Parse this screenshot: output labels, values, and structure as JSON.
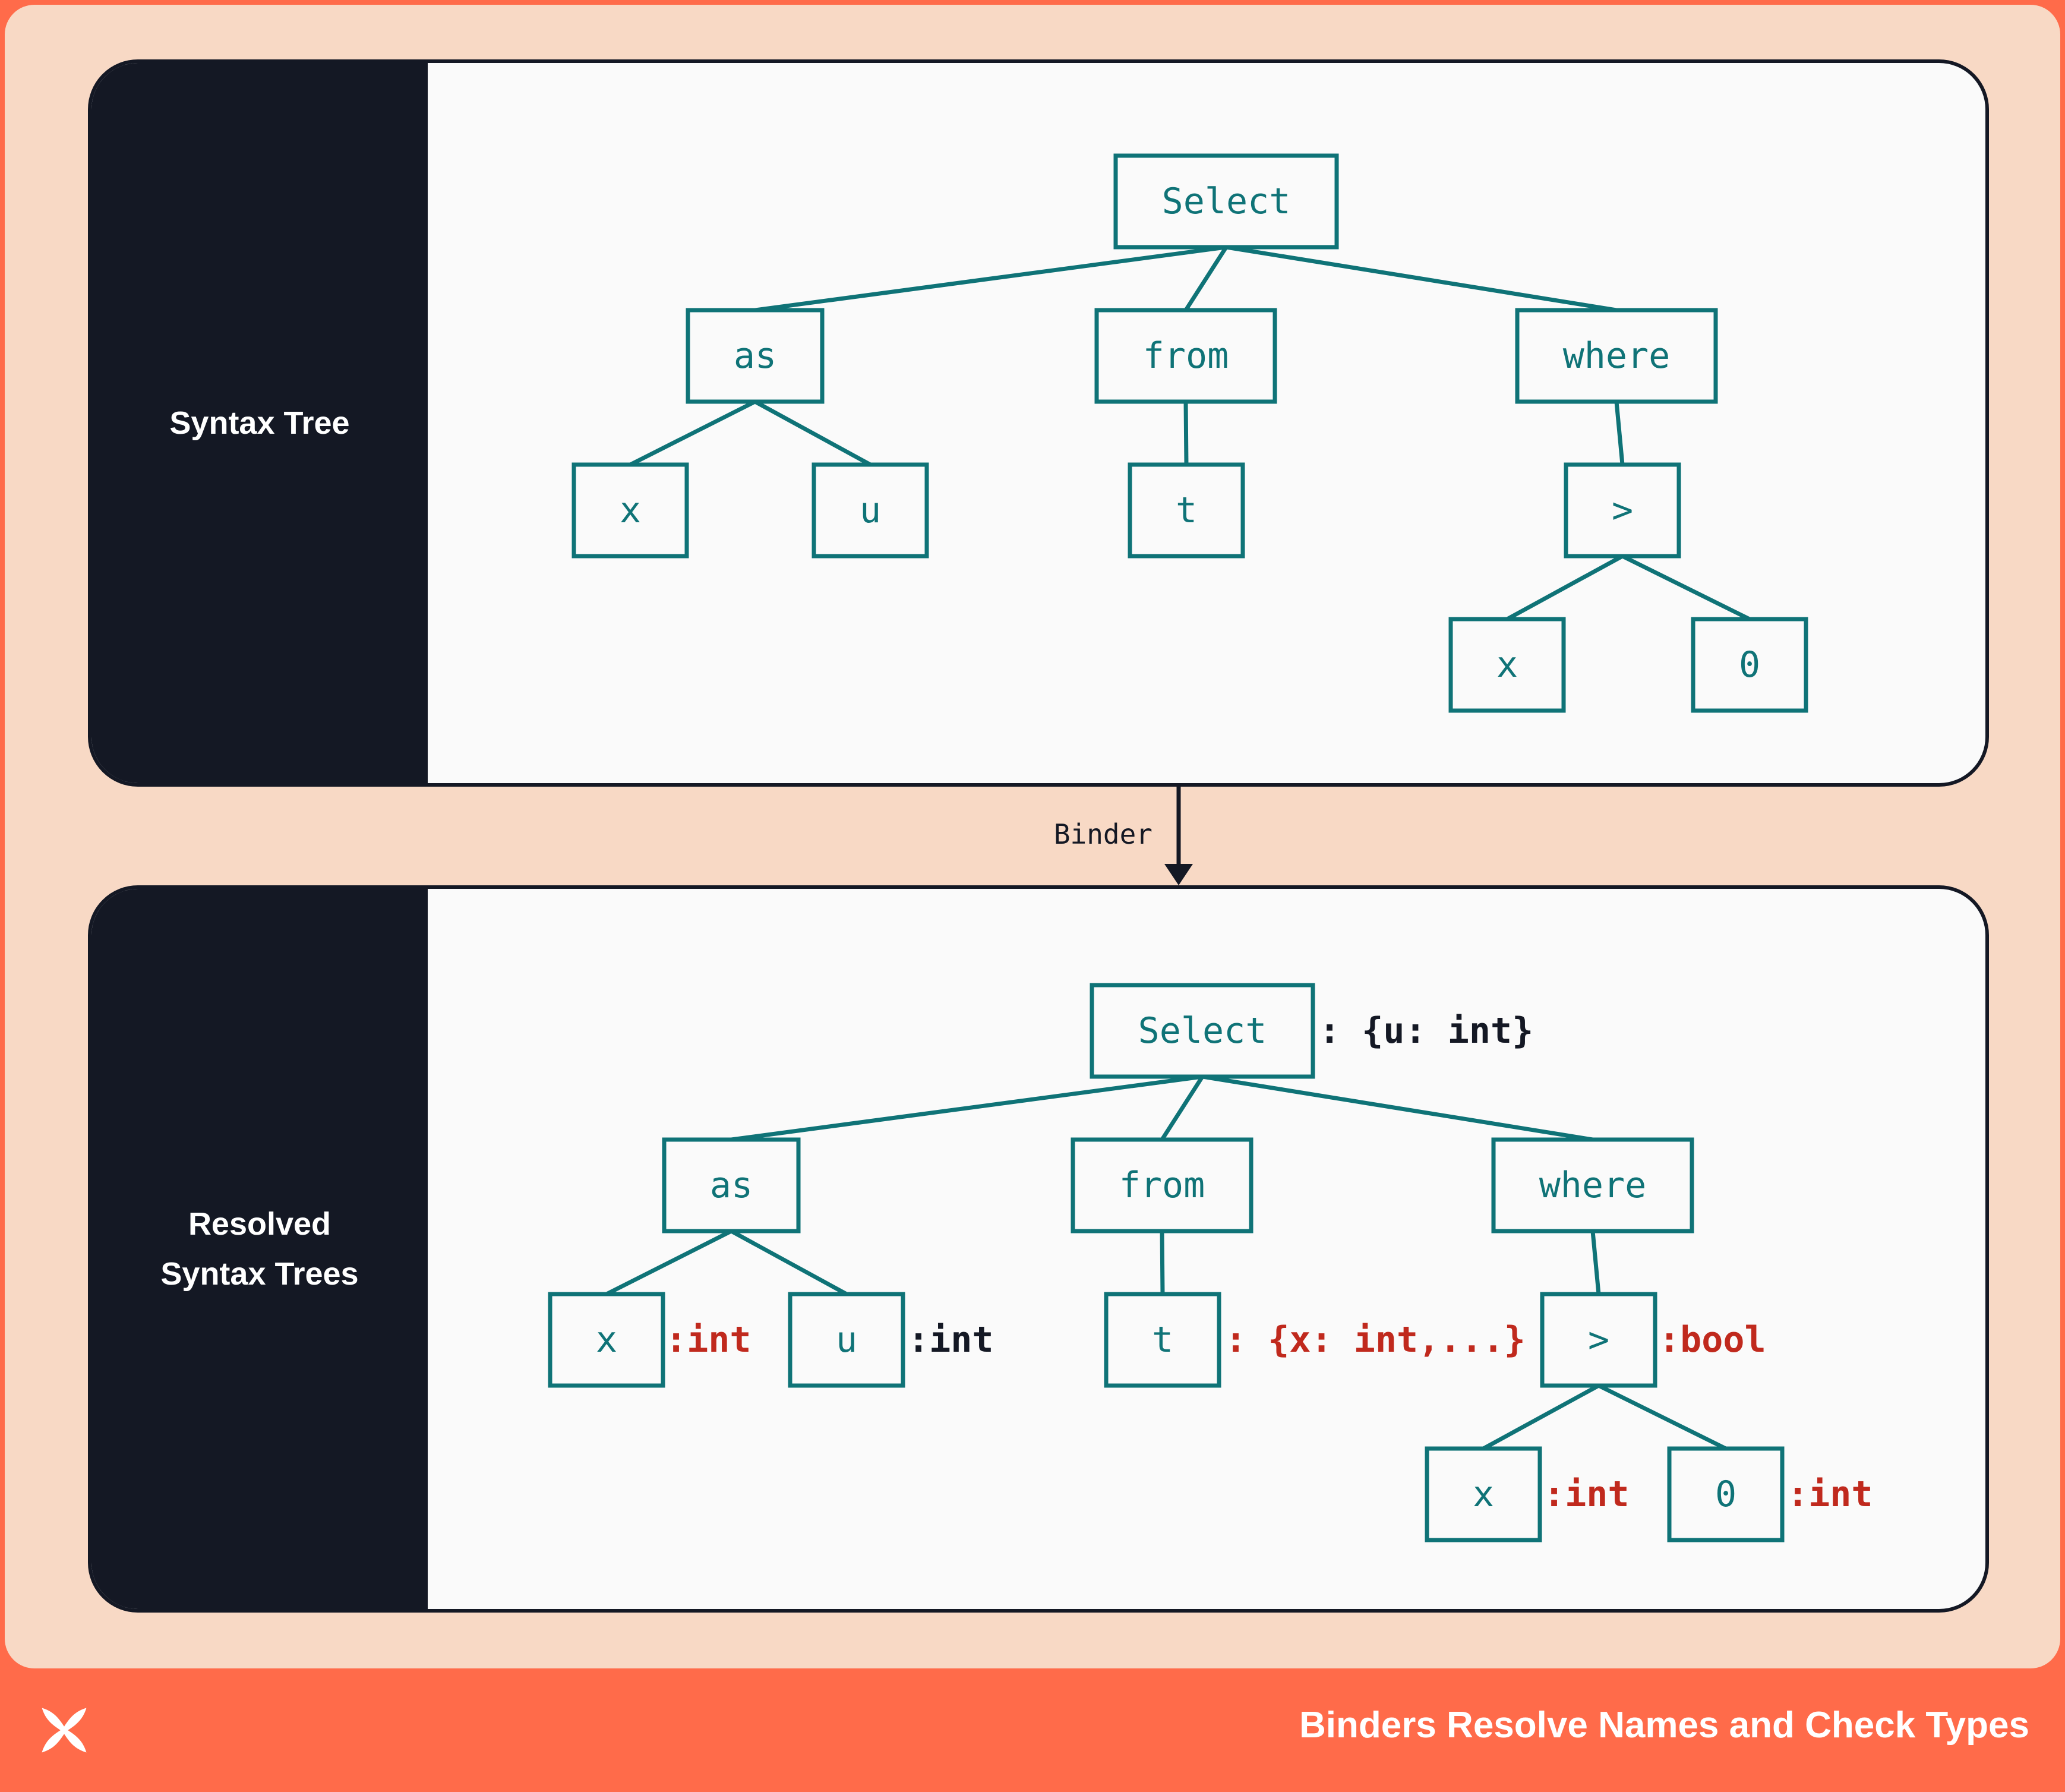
{
  "colors": {
    "footer": "#ff6b4a",
    "frame": "#f8d9c5",
    "panel_dark": "#141824",
    "node": "#0f7377",
    "type_red": "#c0291d",
    "type_black": "#141824"
  },
  "top_panel": {
    "label": "Syntax Tree",
    "nodes": [
      {
        "id": "select",
        "label": "Select"
      },
      {
        "id": "as",
        "label": "as"
      },
      {
        "id": "from",
        "label": "from"
      },
      {
        "id": "where",
        "label": "where"
      },
      {
        "id": "x",
        "label": "x"
      },
      {
        "id": "u",
        "label": "u"
      },
      {
        "id": "t",
        "label": "t"
      },
      {
        "id": "gt",
        "label": ">"
      },
      {
        "id": "x2",
        "label": "x"
      },
      {
        "id": "zero",
        "label": "0"
      }
    ],
    "edges": [
      [
        "select",
        "as"
      ],
      [
        "select",
        "from"
      ],
      [
        "select",
        "where"
      ],
      [
        "as",
        "x"
      ],
      [
        "as",
        "u"
      ],
      [
        "from",
        "t"
      ],
      [
        "where",
        "gt"
      ],
      [
        "gt",
        "x2"
      ],
      [
        "gt",
        "zero"
      ]
    ]
  },
  "arrow_label": "Binder",
  "bottom_panel": {
    "label": "Resolved\nSyntax Trees",
    "nodes": [
      {
        "id": "select",
        "label": "Select"
      },
      {
        "id": "as",
        "label": "as"
      },
      {
        "id": "from",
        "label": "from"
      },
      {
        "id": "where",
        "label": "where"
      },
      {
        "id": "x",
        "label": "x"
      },
      {
        "id": "u",
        "label": "u"
      },
      {
        "id": "t",
        "label": "t"
      },
      {
        "id": "gt",
        "label": ">"
      },
      {
        "id": "x2",
        "label": "x"
      },
      {
        "id": "zero",
        "label": "0"
      }
    ],
    "edges": [
      [
        "select",
        "as"
      ],
      [
        "select",
        "from"
      ],
      [
        "select",
        "where"
      ],
      [
        "as",
        "x"
      ],
      [
        "as",
        "u"
      ],
      [
        "from",
        "t"
      ],
      [
        "where",
        "gt"
      ],
      [
        "gt",
        "x2"
      ],
      [
        "gt",
        "zero"
      ]
    ],
    "annotations": [
      {
        "node": "select",
        "text": ": {u: int}",
        "color": "black"
      },
      {
        "node": "x",
        "text": ":int",
        "color": "red"
      },
      {
        "node": "u",
        "text": ":int",
        "color": "black"
      },
      {
        "node": "t",
        "text": ": {x: int,...}",
        "color": "red"
      },
      {
        "node": "gt",
        "text": ":bool",
        "color": "red"
      },
      {
        "node": "x2",
        "text": ":int",
        "color": "red"
      },
      {
        "node": "zero",
        "text": ":int",
        "color": "red"
      }
    ]
  },
  "footer": {
    "title": "Binders Resolve Names and Check Types",
    "logo_icon": "x-logo-icon"
  }
}
